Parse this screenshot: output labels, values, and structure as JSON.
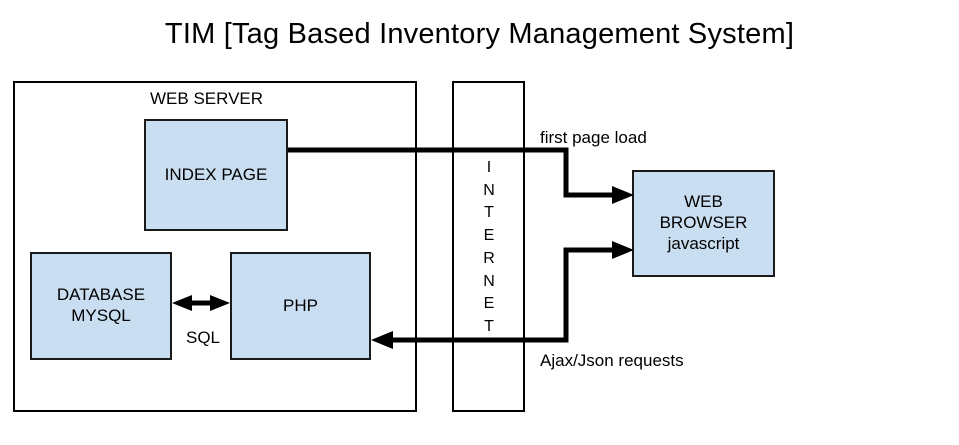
{
  "title": "TIM [Tag Based Inventory Management System]",
  "colors": {
    "node_fill": "#cadef1",
    "node_stroke": "#1a1a1a",
    "container_stroke": "#000000",
    "connector": "#000000",
    "background": "#ffffff",
    "text": "#000000"
  },
  "containers": {
    "web_server": {
      "label": "WEB SERVER"
    },
    "internet": {
      "label": "INTERNET",
      "letters": [
        "I",
        "N",
        "T",
        "E",
        "R",
        "N",
        "E",
        "T"
      ]
    }
  },
  "nodes": {
    "index_page": {
      "label": "INDEX PAGE"
    },
    "database": {
      "label_line1": "DATABASE",
      "label_line2": "MYSQL"
    },
    "php": {
      "label": "PHP"
    },
    "web_browser": {
      "label_line1": "WEB",
      "label_line2": "BROWSER",
      "label_line3": "javascript"
    }
  },
  "connectors": {
    "sql": {
      "label": "SQL",
      "direction": "bidirectional",
      "from": "DATABASE MYSQL",
      "to": "PHP"
    },
    "first_page_load": {
      "label": "first page load",
      "direction": "unidirectional",
      "from": "INDEX PAGE",
      "to": "WEB BROWSER javascript"
    },
    "ajax_json": {
      "label": "Ajax/Json requests",
      "direction": "unidirectional",
      "from": "WEB BROWSER javascript",
      "to": "PHP"
    }
  }
}
